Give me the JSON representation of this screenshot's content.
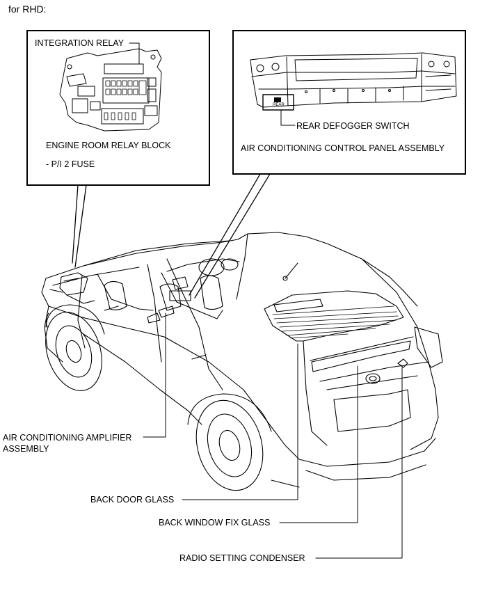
{
  "header": "for RHD:",
  "callouts": {
    "integration_relay": "INTEGRATION RELAY",
    "engine_room_relay_block": "ENGINE ROOM RELAY BLOCK",
    "pi2_fuse": "- P/I 2 FUSE",
    "rear_defogger_switch": "REAR DEFOGGER SWITCH",
    "ac_control_panel": "AIR CONDITIONING CONTROL PANEL ASSEMBLY",
    "ac_amplifier_line1": "AIR CONDITIONING AMPLIFIER",
    "ac_amplifier_line2": "ASSEMBLY",
    "back_door_glass": "BACK DOOR GLASS",
    "back_window_fix_glass": "BACK WINDOW FIX GLASS",
    "radio_setting_condenser": "RADIO SETTING CONDENSER"
  },
  "switch_badge": "REAR"
}
